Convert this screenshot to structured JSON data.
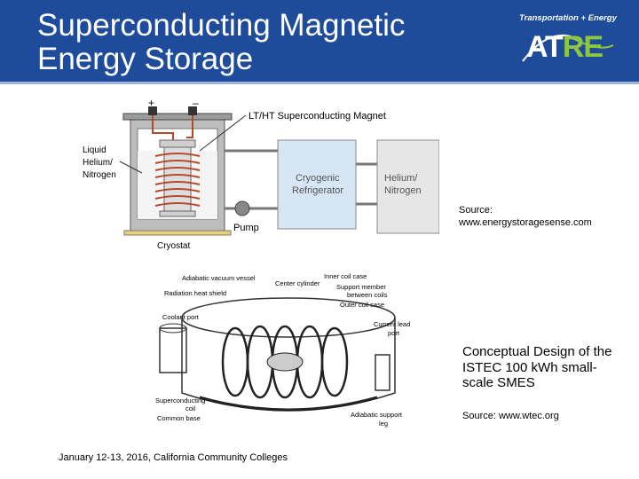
{
  "header": {
    "title": "Superconducting Magnetic\nEnergy Storage",
    "logo": {
      "tagline": "Transportation + Energy",
      "word_a": "AT",
      "word_b": "RE",
      "accent": "#8dc63f"
    },
    "background": "#1f4b9b"
  },
  "diagram1": {
    "plus": "+",
    "minus": "–",
    "magnet_label": "LT/HT Superconducting Magnet",
    "liquid_label_1": "Liquid",
    "liquid_label_2": "Helium/",
    "liquid_label_3": "Nitrogen",
    "refrigerator_1": "Cryogenic",
    "refrigerator_2": "Refrigerator",
    "tank_1": "Helium/",
    "tank_2": "Nitrogen",
    "pump": "Pump",
    "cryostat": "Cryostat",
    "coil_color": "#b5482a",
    "refrigerator_color": "#d6e6f4"
  },
  "source1": {
    "line1": "Source:",
    "line2": "www.energystoragesense.com"
  },
  "diagram2": {
    "vacuum_vessel": "Adiabatic vacuum vessel",
    "heat_shield": "Radiation heat shield",
    "coolant_port": "Coolant port",
    "center_cylinder": "Center cylinder",
    "inner_coil_case": "Inner coil case",
    "support_member_1": "Support member",
    "support_member_2": "between coils",
    "outer_coil_case": "Outer coil case",
    "current_lead_1": "Current lead",
    "current_lead_2": "port",
    "sc_coil_1": "Superconducting",
    "sc_coil_2": "coil",
    "common_base": "Common base",
    "adiabatic_support": "Adiabatic support",
    "leg": "leg"
  },
  "caption": "Conceptual Design of the ISTEC 100 kWh small-scale SMES",
  "source2": "Source: www.wtec.org",
  "footer": "January 12-13, 2016, California Community Colleges"
}
